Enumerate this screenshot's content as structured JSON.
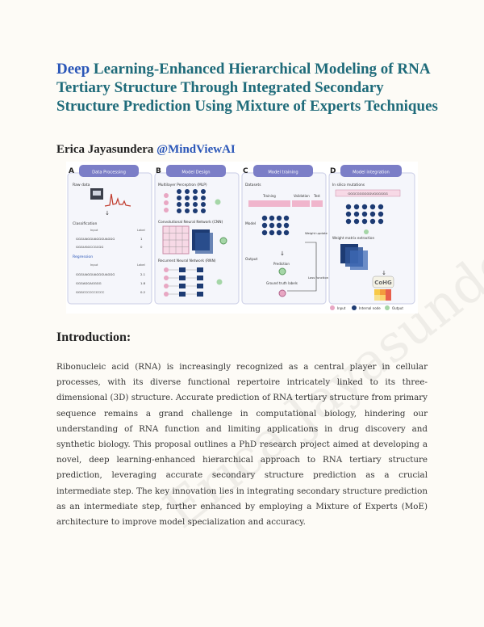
{
  "title": {
    "first_word": "Deep",
    "rest": " Learning-Enhanced Hierarchical Modeling of RNA Tertiary Structure Through Integrated Secondary Structure Prediction Using Mixture of Experts Techniques"
  },
  "author": {
    "name": "Erica Jayasundera",
    "handle": "@MindViewAI"
  },
  "watermark": "Erica Jayasundera",
  "figure": {
    "panels": [
      {
        "letter": "A",
        "title": "Data Processing"
      },
      {
        "letter": "B",
        "title": "Model Design"
      },
      {
        "letter": "C",
        "title": "Model training"
      },
      {
        "letter": "D",
        "title": "Model integration"
      }
    ],
    "a": {
      "raw_data": "Raw data",
      "classification": "Classification",
      "regression": "Regression",
      "col_input": "Input",
      "col_label": "Label",
      "class_rows": [
        [
          "GGGUAGGUAGGGUAGGG",
          "1"
        ],
        [
          "GGGUGGCCGCGG",
          "0"
        ]
      ],
      "reg_rows": [
        [
          "GGGUAGGUAGGGUAGGG",
          "2.1"
        ],
        [
          "GGGAGGAGGGG",
          "1.8"
        ],
        [
          "GGGCCCCCCCCCC",
          "0.2"
        ]
      ]
    },
    "b": {
      "mlp": "Multilayer Perceptron (MLP)",
      "cnn": "Convolutional Neural Network (CNN)",
      "rnn": "Recurrent Neural Network (RNN)"
    },
    "c": {
      "datasets": "Datasets",
      "training": "Training",
      "validation": "Validation",
      "test": "Test",
      "model": "Model",
      "weight_update": "Weight update",
      "output": "Output",
      "prediction": "Prediction",
      "ground_truth": "Ground truth labels",
      "loss_function": "Loss function"
    },
    "d": {
      "in_silico": "In silico mutations",
      "seq": "GGGCGGGGGGUGGGGGG",
      "weight_extraction": "Weight matrix extraction",
      "logo": "CoHG"
    },
    "legend": [
      {
        "label": "Input",
        "color": "#e8a7c3"
      },
      {
        "label": "Internal node",
        "color": "#1d3b73"
      },
      {
        "label": "Output",
        "color": "#a5d6a7"
      }
    ]
  },
  "intro": {
    "heading": "Introduction:",
    "body": "Ribonucleic acid (RNA) is increasingly recognized as a central player in cellular processes, with its diverse functional repertoire intricately linked to its three-dimensional (3D) structure. Accurate prediction of RNA tertiary structure from primary sequence remains a grand challenge in computational biology, hindering our understanding of RNA function and limiting applications in drug discovery and synthetic biology. This proposal outlines a PhD research project aimed at developing a novel, deep learning-enhanced hierarchical approach to RNA tertiary structure prediction, leveraging accurate secondary structure prediction as a crucial intermediate step. The key innovation lies in integrating secondary structure prediction as an intermediate step, further enhanced by employing a Mixture of Experts (MoE) architecture to improve model specialization and accuracy."
  },
  "colors": {
    "title": "#1f6b7a",
    "accent": "#2a56b8",
    "panel_header": "#7b7ec7",
    "node": "#1d3b73",
    "input_node": "#e8a7c3",
    "output_node": "#a5d6a7"
  }
}
